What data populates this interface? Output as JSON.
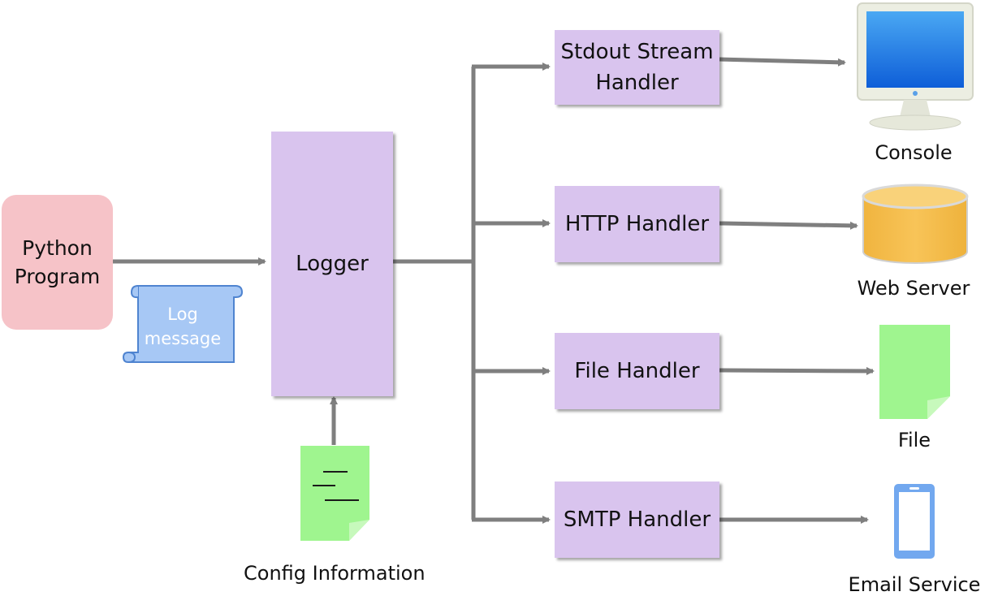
{
  "source": {
    "label": "Python\nProgram"
  },
  "message": {
    "label": "Log\nmessage"
  },
  "logger": {
    "label": "Logger"
  },
  "config": {
    "label": "Config Information"
  },
  "handlers": [
    {
      "label": "Stdout Stream\nHandler"
    },
    {
      "label": "HTTP Handler"
    },
    {
      "label": "File Handler"
    },
    {
      "label": "SMTP Handler"
    }
  ],
  "destinations": [
    {
      "label": "Console",
      "icon": "monitor-icon"
    },
    {
      "label": "Web Server",
      "icon": "database-icon"
    },
    {
      "label": "File",
      "icon": "file-icon"
    },
    {
      "label": "Email Service",
      "icon": "phone-icon"
    }
  ],
  "colors": {
    "box": "#d9c4ee",
    "source": "#f6c3c8",
    "arrow": "#7f7f7f",
    "document": "#9ff58f",
    "scroll": "#a7c8f5",
    "database": "#f5be4b",
    "phone": "#72a8ef"
  }
}
